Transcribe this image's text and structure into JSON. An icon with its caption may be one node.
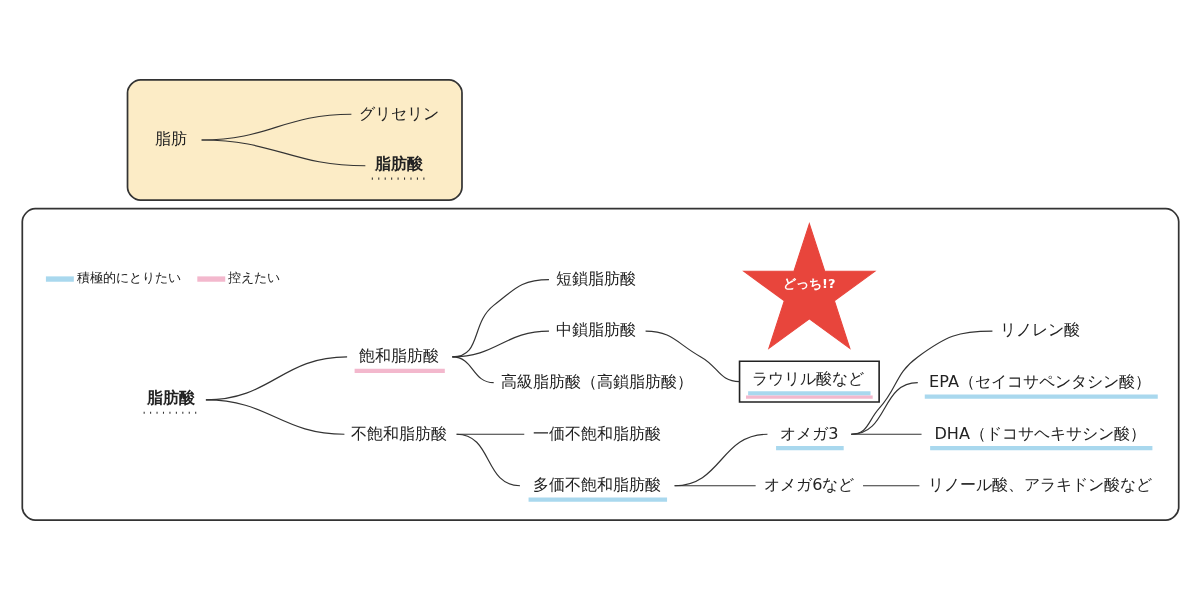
{
  "diagram": {
    "nodes": [
      {
        "text": [],
        "shape": "box"
      },
      {
        "text": [
          "脂肪"
        ],
        "in": 0
      },
      {
        "text": [
          "グリセリン"
        ],
        "in": 0
      },
      {
        "text": [
          "脂肪酸"
        ],
        "in": 0
      },
      {
        "text": [],
        "shape": "box"
      },
      {
        "text": [
          "脂肪酸"
        ],
        "in": 4
      },
      {
        "text": [
          "飽和脂肪酸"
        ],
        "in": 4
      },
      {
        "text": [
          "不飽和脂肪酸"
        ],
        "in": 4
      },
      {
        "text": [
          "短鎖脂肪酸"
        ],
        "in": 4
      },
      {
        "text": [
          "中鎖脂肪酸"
        ],
        "in": 4
      },
      {
        "text": [
          "高級脂肪酸（高鎖脂肪酸）"
        ],
        "in": 4
      },
      {
        "text": [
          "ラウリル酸など"
        ],
        "in": 4
      },
      {
        "text": [
          "どっち!?"
        ],
        "in": 4
      },
      {
        "text": [
          "一価不飽和脂肪酸"
        ],
        "in": 4
      },
      {
        "text": [
          "多価不飽和脂肪酸"
        ],
        "in": 4
      },
      {
        "text": [
          "オメガ3"
        ],
        "in": 4
      },
      {
        "text": [
          "オメガ6など"
        ],
        "in": 4
      },
      {
        "text": [
          "リノレン酸"
        ],
        "in": 4
      },
      {
        "text": [
          "EPA（セイコサペンタシン酸）"
        ],
        "in": 4
      },
      {
        "text": [
          "DHA（ドコサヘキサシン酸）"
        ],
        "in": 4
      },
      {
        "text": [
          "リノール酸、アラキドン酸など"
        ],
        "in": 4
      }
    ],
    "edges": [
      {
        "from": 1,
        "to": 2,
        "arrow": "none"
      },
      {
        "from": 1,
        "to": 3,
        "arrow": "none"
      },
      {
        "from": 5,
        "to": 6,
        "arrow": "none"
      },
      {
        "from": 5,
        "to": 7,
        "arrow": "none"
      },
      {
        "from": 6,
        "to": 8,
        "arrow": "none"
      },
      {
        "from": 6,
        "to": 9,
        "arrow": "none"
      },
      {
        "from": 6,
        "to": 10,
        "arrow": "none"
      },
      {
        "from": 9,
        "to": 11,
        "arrow": "none"
      },
      {
        "from": 7,
        "to": 13,
        "arrow": "none"
      },
      {
        "from": 7,
        "to": 14,
        "arrow": "none"
      },
      {
        "from": 14,
        "to": 15,
        "arrow": "none"
      },
      {
        "from": 14,
        "to": 16,
        "arrow": "none"
      },
      {
        "from": 15,
        "to": 17,
        "arrow": "none"
      },
      {
        "from": 15,
        "to": 18,
        "arrow": "none"
      },
      {
        "from": 15,
        "to": 19,
        "arrow": "none"
      },
      {
        "from": 16,
        "to": 20,
        "arrow": "none"
      }
    ],
    "legend": [
      {
        "text": "積極的にとりたい",
        "color": "#a9d8ee"
      },
      {
        "text": "控えたい",
        "color": "#f3b8cd"
      }
    ]
  }
}
